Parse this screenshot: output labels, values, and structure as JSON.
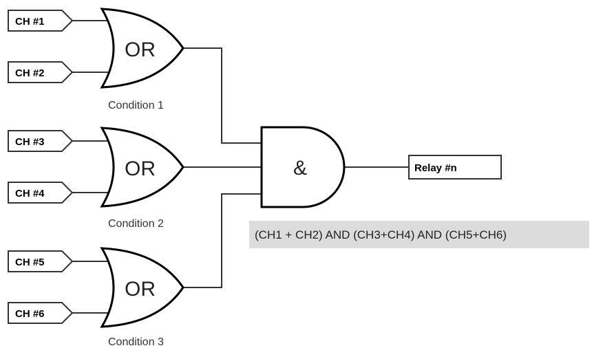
{
  "inputs": [
    {
      "label": "CH #1"
    },
    {
      "label": "CH #2"
    },
    {
      "label": "CH #3"
    },
    {
      "label": "CH #4"
    },
    {
      "label": "CH #5"
    },
    {
      "label": "CH #6"
    }
  ],
  "or_gates": [
    {
      "symbol": "OR",
      "caption": "Condition 1"
    },
    {
      "symbol": "OR",
      "caption": "Condition 2"
    },
    {
      "symbol": "OR",
      "caption": "Condition 3"
    }
  ],
  "and_gate": {
    "symbol": "&"
  },
  "output": {
    "label": "Relay #n"
  },
  "expression": "(CH1 + CH2) AND (CH3+CH4) AND (CH5+CH6)"
}
